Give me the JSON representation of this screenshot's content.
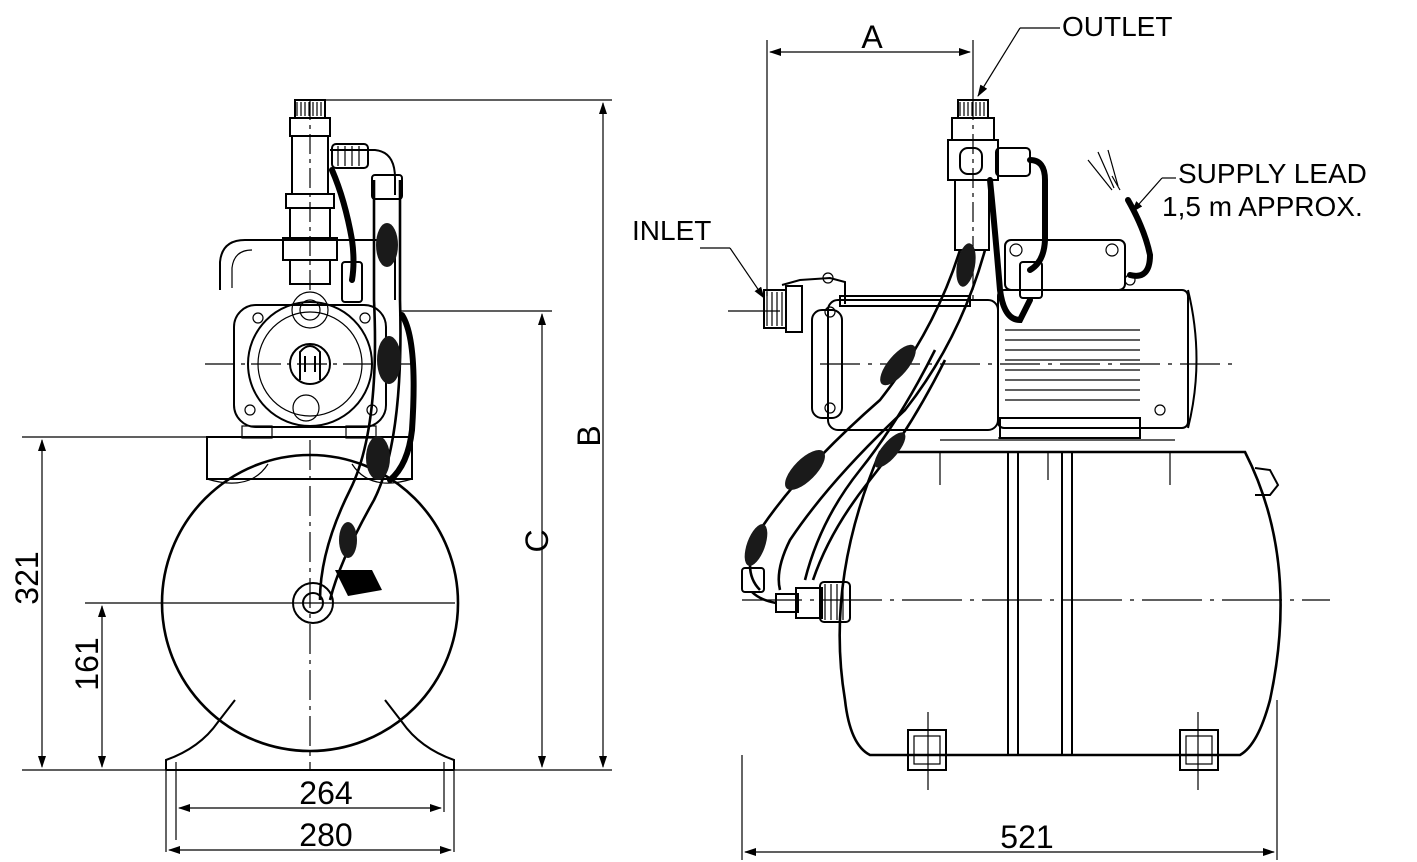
{
  "front_view": {
    "dimensions": {
      "tank_height": "321",
      "inlet_height": "161",
      "feet_inner": "264",
      "feet_outer": "280",
      "overall_b": "B",
      "to_pump_c": "C"
    }
  },
  "side_view": {
    "dimensions": {
      "overall_length": "521",
      "inlet_to_outlet": "A"
    },
    "callouts": {
      "outlet": "OUTLET",
      "inlet": "INLET",
      "supply_lead_line1": "SUPPLY LEAD",
      "supply_lead_line2": "1,5 m APPROX."
    }
  }
}
